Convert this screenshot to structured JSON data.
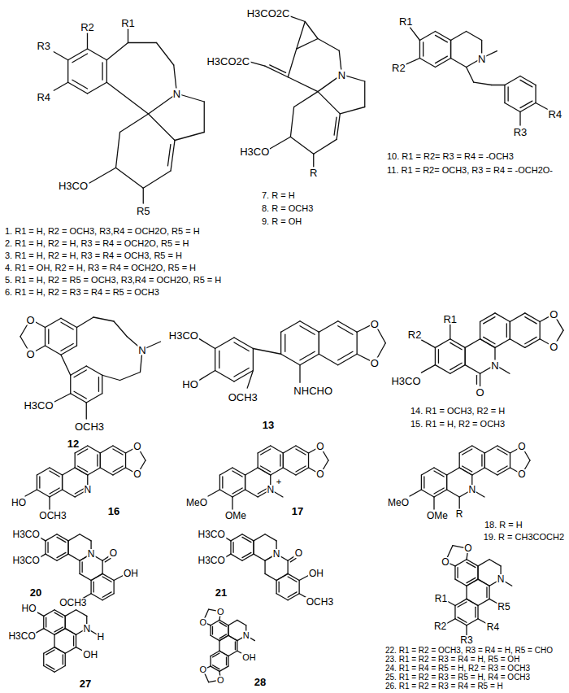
{
  "diagram": {
    "labels": [
      "R2",
      "R1",
      "R3",
      "R4",
      "N",
      "H3CO",
      "R5",
      "1. R1 = H, R2 = OCH3, R3,R4 = OCH2O, R5 = H",
      "2. R1 = H, R2 = H, R3 = R4 = OCH2O, R5 = H",
      "3. R1 = H, R2 = H, R3 = R4 = OCH3, R5 = H",
      "4. R1 = OH, R2 = H, R3 = R4 = OCH2O, R5 = H",
      "5. R1 = H, R2 = R5 = OCH3, R3,R4 = OCH2O, R5 = H",
      "6. R1 = H, R2 = R3 = R4 = R5 = OCH3",
      "H3CO2C",
      "H3CO2C",
      "N",
      "H3CO",
      "R",
      "7. R = H",
      "8. R = OCH3",
      "9. R = OH",
      "R1",
      "R2",
      "N",
      "R3",
      "R4",
      "10. R1 = R2= R3 = R4 = -OCH3",
      "11. R1 = R2= OCH3, R3 = R4 = -OCH2O-",
      "O",
      "O",
      "N",
      "H3CO",
      "OCH3",
      "12",
      "H3CO",
      "HO",
      "OCH3",
      "NHCHO",
      "O",
      "O",
      "13",
      "R1",
      "R2",
      "H3CO",
      "O",
      "N",
      "O",
      "O",
      "14. R1 = OCH3, R2 = H",
      "15. R1 = H, R2 = OCH3",
      "HO",
      "OCH3",
      "N",
      "O",
      "O",
      "16",
      "MeO",
      "OMe",
      "N",
      "+",
      "O",
      "O",
      "17",
      "MeO",
      "OMe",
      "N",
      "R",
      "O",
      "O",
      "18. R = H",
      "19. R = CH3COCH2",
      "H3CO",
      "H3CO",
      "O",
      "N",
      "OH",
      "OCH3",
      "20",
      "H3CO",
      "H3CO",
      "O",
      "N",
      "OH",
      "OCH3",
      "21",
      "O",
      "O",
      "N",
      "R1",
      "R2",
      "R3",
      "R4",
      "R5",
      "22. R1 = R2 = OCH3, R3 = R4 = H, R5 = CHO",
      "23. R1 = R2 = R3 = R4 = H, R5 = OH",
      "24. R1 = R4 = R5 = H, R2 = R3 = OCH3",
      "25. R1 = R2 = R3 = R5 = H, R4 = OCH3",
      "26. R1 = R2 = R3 = R4 = R5 = H",
      "HO",
      "H3CO",
      "N",
      "H",
      "OH",
      "27",
      "O",
      "O",
      "N",
      "OH",
      "O",
      "O",
      "28"
    ]
  }
}
